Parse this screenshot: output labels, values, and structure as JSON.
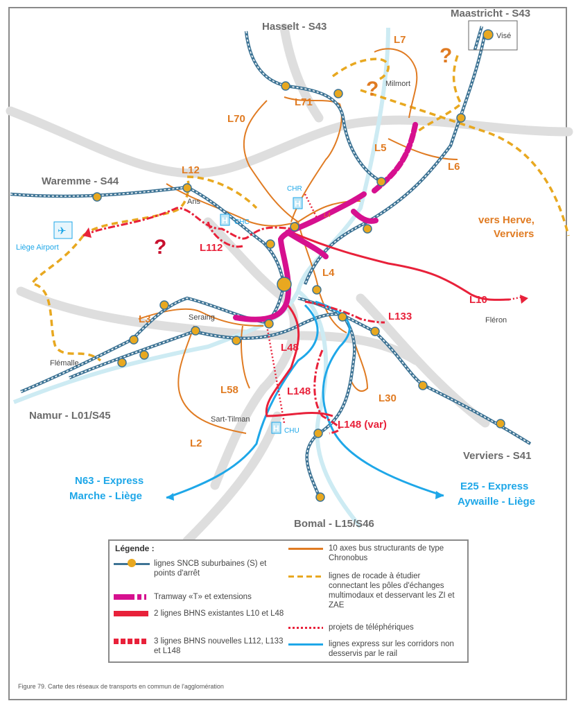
{
  "map": {
    "cities": {
      "hasselt": "Hasselt - S43",
      "maastricht": "Maastricht - S43",
      "vise": "Visé",
      "waremme": "Waremme - S44",
      "namur": "Namur - L01/S45",
      "verviers": "Verviers - S41",
      "bomal": "Bomal - L15/S46",
      "herve": "vers Herve,",
      "herve2": "Verviers",
      "airport": "Liège Airport",
      "milmort": "Milmort",
      "ans": "Ans",
      "seraing": "Seraing",
      "flemalle": "Flémalle",
      "sart_tilman": "Sart-Tilman",
      "fleron": "Fléron",
      "chr": "CHR",
      "chc": "CHC",
      "chu": "CHU"
    },
    "orange_lines": [
      "L7",
      "L71",
      "L70",
      "L5",
      "L6",
      "L12",
      "L4",
      "L3",
      "L58",
      "L2",
      "L30"
    ],
    "orange_small": "L4",
    "red_lines": [
      "L112",
      "L10",
      "L133",
      "L48",
      "L148",
      "L148 (var)"
    ],
    "express": {
      "n63_a": "N63 - Express",
      "n63_b": "Marche - Liège",
      "e25_a": "E25 - Express",
      "e25_b": "Aywaille - Liège"
    },
    "question_mark": "?"
  },
  "legend": {
    "title": "Légende :",
    "items": [
      "lignes SNCB suburbaines (S) et points d'arrêt",
      "Tramway «T» et extensions",
      "2 lignes BHNS existantes L10 et L48",
      "3 lignes BHNS nouvelles L112, L133 et L148",
      "10 axes bus structurants de type Chronobus",
      "lignes de rocade à étudier connectant les pôles d'échanges multimodaux et desservant les ZI et ZAE",
      "projets de téléphériques",
      "lignes express sur les corridors non desservis par le rail"
    ]
  },
  "caption": "Figure 79. Carte des réseaux de transports en commun de l'agglomération",
  "colors": {
    "rail": "#3d7394",
    "chronobus": "#e07b22",
    "rocade": "#e8a820",
    "tram": "#d6108f",
    "bhns": "#e8213a",
    "express": "#1ea7e8"
  }
}
